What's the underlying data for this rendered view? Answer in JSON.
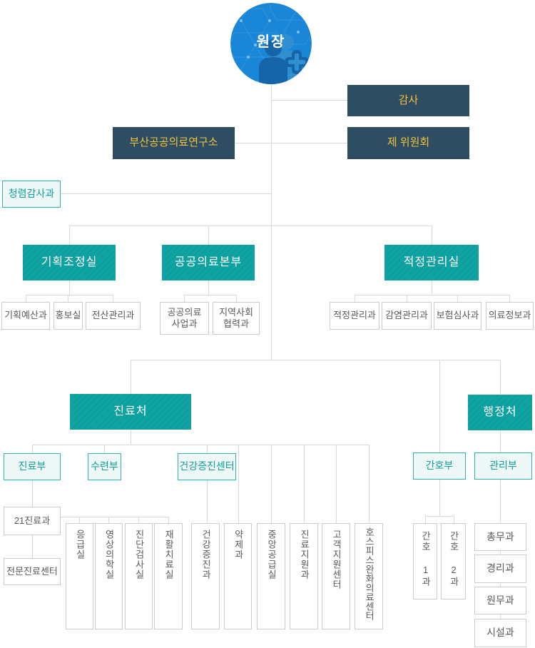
{
  "root": {
    "label": "원장"
  },
  "top": {
    "audit": "감사",
    "research": "부산공공의료연구소",
    "committee": "제 위원회",
    "integrity": "청렴감사과"
  },
  "level2": {
    "planning": "기획조정실",
    "planning_children": [
      "기획예산과",
      "홍보실",
      "전산관리과"
    ],
    "public_hq": "공공의료본부",
    "public_hq_children": [
      "공공의료\n사업과",
      "지역사회\n협력과"
    ],
    "adequacy": "적정관리실",
    "adequacy_children": [
      "적정관리과",
      "감염관리과",
      "보험심사과",
      "의료정보과"
    ]
  },
  "medical": {
    "label": "진료처",
    "clinic_dept": "진료부",
    "training_dept": "수련부",
    "health_promotion_center": "건강증진센터",
    "clinic21": "21진료과",
    "special_center": "전문진료센터",
    "units": [
      "응급실",
      "영상의학실",
      "진단검사실",
      "재활치료실",
      "건강증진과",
      "약제과",
      "중앙공급실",
      "진료지원과",
      "고객지원센터",
      "호스피스완화의료센터"
    ]
  },
  "admin": {
    "label": "행정처",
    "nursing_dept": "간호부",
    "management_dept": "관리부",
    "nursing_units": [
      "간호 1과",
      "간호 2과"
    ],
    "management_units": [
      "총무과",
      "경리과",
      "원무과",
      "시설과"
    ]
  },
  "colors": {
    "accent_teal": "#0FA3A1",
    "navy_box": "#2F4D62",
    "yellow_text": "#F2C23B",
    "circle_blue": "#1986D8",
    "line_gray": "#D9D9D9",
    "outline_teal": "#33B3AB",
    "box_border_gray": "#CCCCCC"
  }
}
